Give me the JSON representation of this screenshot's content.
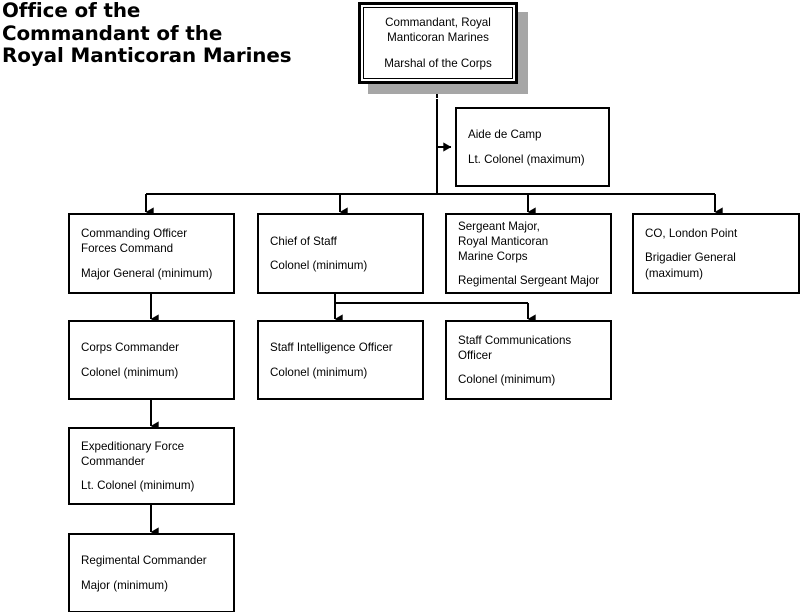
{
  "chart_title": "Office of the\nCommandant of the\nRoyal Manticoran Marines",
  "theme": {
    "background": "#ffffff",
    "line_color": "#000000",
    "box_fill": "#ffffff",
    "shadow_color": "#a6a6a6",
    "text_color": "#000000"
  },
  "nodes": {
    "commandant": {
      "title": "Commandant, Royal\nManticoran Marines",
      "rank": "Marshal of the Corps"
    },
    "aide": {
      "title": "Aide de Camp",
      "rank": "Lt. Colonel (maximum)"
    },
    "forces_command": {
      "title": "Commanding Officer\nForces Command",
      "rank": "Major General (minimum)"
    },
    "chief_of_staff": {
      "title": "Chief of Staff",
      "rank": "Colonel (minimum)"
    },
    "sergeant_major": {
      "title": "Sergeant Major,\nRoyal Manticoran\nMarine Corps",
      "rank": "Regimental Sergeant Major"
    },
    "london_point": {
      "title": "CO, London Point",
      "rank": "Brigadier General (maximum)"
    },
    "corps_commander": {
      "title": "Corps Commander",
      "rank": "Colonel (minimum)"
    },
    "staff_intelligence": {
      "title": "Staff Intelligence Officer",
      "rank": "Colonel (minimum)"
    },
    "staff_communications": {
      "title": "Staff Communications\nOfficer",
      "rank": "Colonel (minimum)"
    },
    "expeditionary_force": {
      "title": "Expeditionary Force\nCommander",
      "rank": "Lt. Colonel (minimum)"
    },
    "regimental_commander": {
      "title": "Regimental Commander",
      "rank": "Major (minimum)"
    }
  }
}
